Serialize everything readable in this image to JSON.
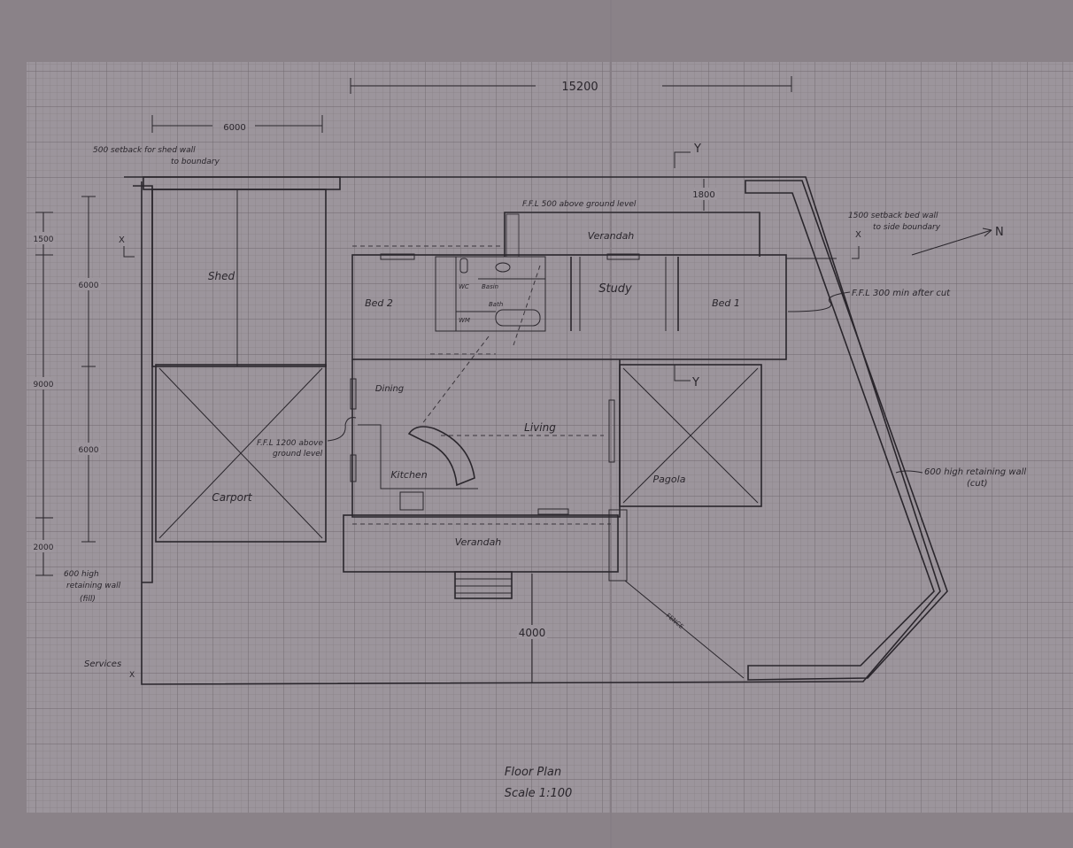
{
  "drawing": {
    "title": "Floor Plan",
    "scale": "Scale 1:100",
    "north": "N",
    "section_marker": "Y",
    "section_marker_x": "X"
  },
  "dimensions": {
    "overall_width": "15200",
    "shed_width": "6000",
    "left_total": "9000",
    "left_top": "1500",
    "left_bottom": "2000",
    "shed_depth": "6000",
    "carport_depth": "6000",
    "rear_setback": "1800",
    "front_setback": "4000"
  },
  "rooms": {
    "shed": "Shed",
    "carport": "Carport",
    "bed2": "Bed 2",
    "wc": "WC",
    "basin": "Basin",
    "bath": "Bath",
    "wm": "WM",
    "study": "Study",
    "bed1": "Bed 1",
    "verandah_rear": "Verandah",
    "dining": "Dining",
    "living": "Living",
    "kitchen": "Kitchen",
    "pagola": "Pagola",
    "verandah_front": "Verandah",
    "fence": "FENCE"
  },
  "notes": {
    "shed_setback_1": "500 setback for shed wall",
    "shed_setback_2": "to boundary",
    "ffl_500": "F.F.L 500 above ground level",
    "bed_setback_1": "1500 setback bed wall",
    "bed_setback_2": "to side boundary",
    "ffl_300": "F.F.L 300 min after cut",
    "ffl_1200_1": "F.F.L 1200 above",
    "ffl_1200_2": "ground level",
    "retaining_fill_1": "600 high",
    "retaining_fill_2": "retaining wall",
    "retaining_fill_3": "(fill)",
    "retaining_cut_1": "600 high retaining wall",
    "retaining_cut_2": "(cut)",
    "services": "Services"
  },
  "colors": {
    "paper": "#9a939a",
    "pencil": "#2a262c",
    "grid": "#7d757c"
  }
}
